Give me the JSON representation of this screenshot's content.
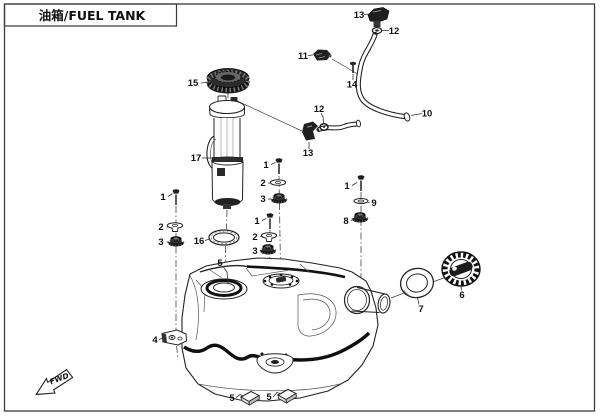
{
  "page": {
    "title": "油箱/FUEL TANK",
    "fwd_label": "FWD"
  },
  "colors": {
    "line": "#1a1a1a",
    "background": "#ffffff"
  },
  "callouts": [
    {
      "id": "15",
      "label": "15"
    },
    {
      "id": "17",
      "label": "17"
    },
    {
      "id": "13-top",
      "label": "13"
    },
    {
      "id": "12-top",
      "label": "12"
    },
    {
      "id": "11",
      "label": "11"
    },
    {
      "id": "14",
      "label": "14"
    },
    {
      "id": "10",
      "label": "10"
    },
    {
      "id": "12-mid",
      "label": "12"
    },
    {
      "id": "13-mid",
      "label": "13"
    },
    {
      "id": "1-left",
      "label": "1"
    },
    {
      "id": "2-left",
      "label": "2"
    },
    {
      "id": "3-left",
      "label": "3"
    },
    {
      "id": "16",
      "label": "16"
    },
    {
      "id": "4",
      "label": "4"
    },
    {
      "id": "5-top",
      "label": "5"
    },
    {
      "id": "1-a",
      "label": "1"
    },
    {
      "id": "2-a",
      "label": "2"
    },
    {
      "id": "3-a",
      "label": "3"
    },
    {
      "id": "1-b",
      "label": "1"
    },
    {
      "id": "2-b",
      "label": "2"
    },
    {
      "id": "3-b",
      "label": "3"
    },
    {
      "id": "1-c",
      "label": "1"
    },
    {
      "id": "9",
      "label": "9"
    },
    {
      "id": "8",
      "label": "8"
    },
    {
      "id": "7",
      "label": "7"
    },
    {
      "id": "6",
      "label": "6"
    },
    {
      "id": "5-bottom-left",
      "label": "5"
    },
    {
      "id": "5-bottom-right",
      "label": "5"
    }
  ]
}
